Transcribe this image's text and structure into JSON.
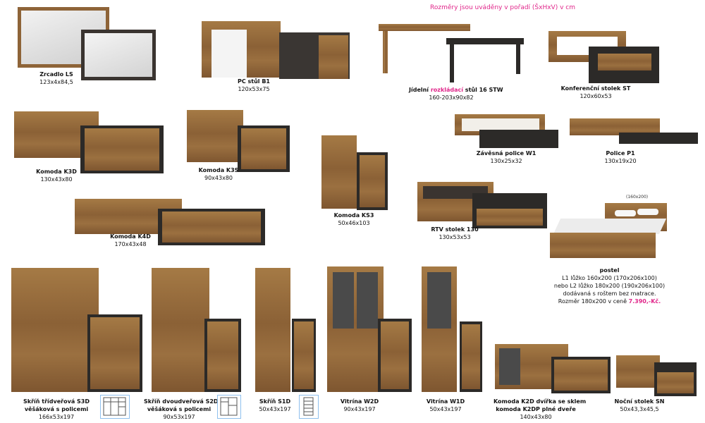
{
  "header": "Rozměry jsou uváděny v pořadí (ŠxHxV) v cm",
  "items": [
    {
      "name": "Zrcadlo LS",
      "dims": "123x4x84,5"
    },
    {
      "name": "PC stůl B1",
      "dims": "120x53x75"
    },
    {
      "name_pre": "Jídelní ",
      "name_pink": "rozkládací",
      "name_post": " stůl 16 STW",
      "dims": "160-203x90x82"
    },
    {
      "name": "Konferenční stolek ST",
      "dims": "120x60x53"
    },
    {
      "name": "Komoda K3D",
      "dims": "130x43x80"
    },
    {
      "name": "Komoda K3S",
      "dims": "90x43x80"
    },
    {
      "name": "Komoda KS3",
      "dims": "50x46x103"
    },
    {
      "name": "Závěsná police W1",
      "dims": "130x25x32"
    },
    {
      "name": "Police P1",
      "dims": "130x19x20"
    },
    {
      "name": "Komoda K4D",
      "dims": "170x43x48"
    },
    {
      "name": "RTV stolek 130",
      "dims": "130x53x53"
    },
    {
      "name": "Skříň třídveřová S3D",
      "name2": "věšáková s policemi",
      "dims": "166x53x197"
    },
    {
      "name": "Skříň dvoudveřová S2D",
      "name2": "věšáková s policemi",
      "dims": "90x53x197"
    },
    {
      "name": "Skříň S1D",
      "dims": "50x43x197"
    },
    {
      "name": "Vitrína W2D",
      "dims": "90x43x197"
    },
    {
      "name": "Vitrína W1D",
      "dims": "50x43x197"
    },
    {
      "name": "Komoda K2D dvířka se sklem",
      "name2": "komoda K2DP plné dveře",
      "dims": "140x43x80"
    },
    {
      "name": "Noční stolek SN",
      "dims": "50x43,3x45,5"
    }
  ],
  "bed": {
    "top_note": "(160x200)",
    "title": "postel",
    "line1": "L1 lůžko 160x200 (170x206x100)",
    "line2": "nebo L2 lůžko 180x200 (190x206x100)",
    "line3": "dodávaná s roštem bez matrace.",
    "line4_pre": "Rozměr 180x200 v ceně ",
    "price": "7.390,-Kč."
  }
}
